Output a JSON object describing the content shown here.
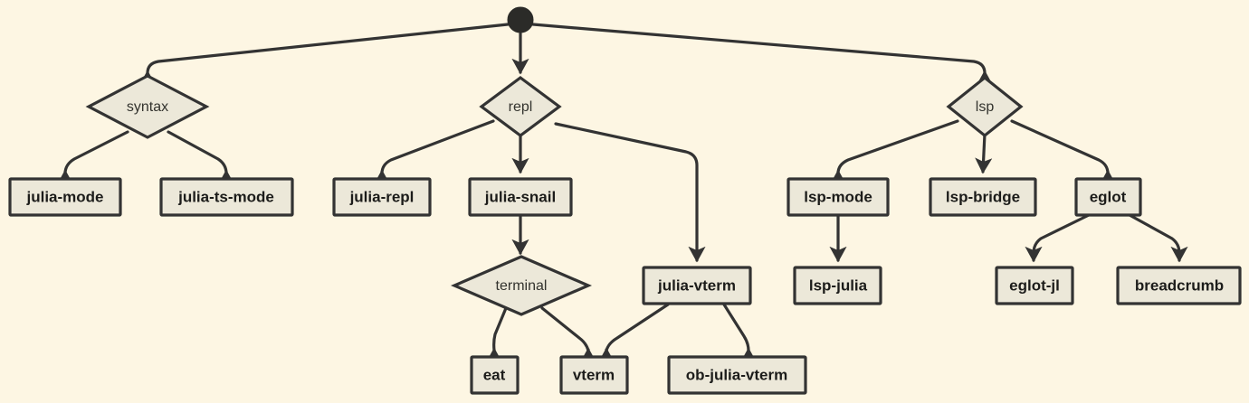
{
  "diagram": {
    "title": "julia emacs package ecosystem tree",
    "background_color": "#fdf6e3",
    "node_fill_color": "#ece8d9",
    "stroke_color": "#333333",
    "root": {
      "name": "root-node",
      "shape": "filled-circle",
      "label": ""
    },
    "categories": [
      {
        "id": "syntax",
        "label": "syntax",
        "shape": "diamond"
      },
      {
        "id": "repl",
        "label": "repl",
        "shape": "diamond"
      },
      {
        "id": "lsp",
        "label": "lsp",
        "shape": "diamond"
      },
      {
        "id": "terminal",
        "label": "terminal",
        "shape": "diamond"
      }
    ],
    "packages": [
      {
        "id": "julia-mode",
        "label": "julia-mode",
        "shape": "box"
      },
      {
        "id": "julia-ts-mode",
        "label": "julia-ts-mode",
        "shape": "box"
      },
      {
        "id": "julia-repl",
        "label": "julia-repl",
        "shape": "box"
      },
      {
        "id": "julia-snail",
        "label": "julia-snail",
        "shape": "box"
      },
      {
        "id": "julia-vterm",
        "label": "julia-vterm",
        "shape": "box"
      },
      {
        "id": "lsp-mode",
        "label": "lsp-mode",
        "shape": "box"
      },
      {
        "id": "lsp-bridge",
        "label": "lsp-bridge",
        "shape": "box"
      },
      {
        "id": "eglot",
        "label": "eglot",
        "shape": "box"
      },
      {
        "id": "lsp-julia",
        "label": "lsp-julia",
        "shape": "box"
      },
      {
        "id": "eglot-jl",
        "label": "eglot-jl",
        "shape": "box"
      },
      {
        "id": "breadcrumb",
        "label": "breadcrumb",
        "shape": "box"
      },
      {
        "id": "eat",
        "label": "eat",
        "shape": "box"
      },
      {
        "id": "vterm",
        "label": "vterm",
        "shape": "box"
      },
      {
        "id": "ob-julia-vterm",
        "label": "ob-julia-vterm",
        "shape": "box"
      }
    ],
    "edges": [
      {
        "from": "root",
        "to": "syntax"
      },
      {
        "from": "root",
        "to": "repl"
      },
      {
        "from": "root",
        "to": "lsp"
      },
      {
        "from": "syntax",
        "to": "julia-mode"
      },
      {
        "from": "syntax",
        "to": "julia-ts-mode"
      },
      {
        "from": "repl",
        "to": "julia-repl"
      },
      {
        "from": "repl",
        "to": "julia-snail"
      },
      {
        "from": "repl",
        "to": "julia-vterm"
      },
      {
        "from": "julia-snail",
        "to": "terminal"
      },
      {
        "from": "terminal",
        "to": "eat"
      },
      {
        "from": "terminal",
        "to": "vterm"
      },
      {
        "from": "julia-vterm",
        "to": "vterm"
      },
      {
        "from": "julia-vterm",
        "to": "ob-julia-vterm"
      },
      {
        "from": "lsp",
        "to": "lsp-mode"
      },
      {
        "from": "lsp",
        "to": "lsp-bridge"
      },
      {
        "from": "lsp",
        "to": "eglot"
      },
      {
        "from": "lsp-mode",
        "to": "lsp-julia"
      },
      {
        "from": "eglot",
        "to": "eglot-jl"
      },
      {
        "from": "eglot",
        "to": "breadcrumb"
      }
    ]
  }
}
